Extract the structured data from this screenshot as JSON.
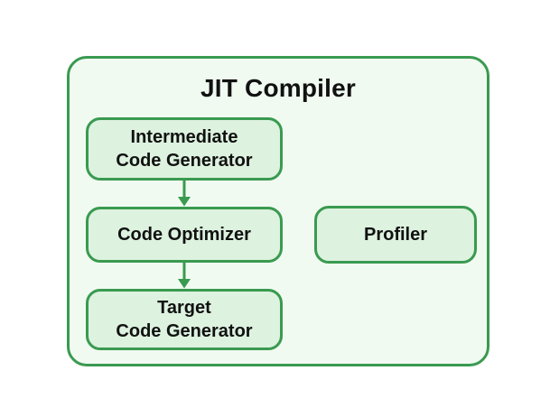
{
  "diagram": {
    "title": "JIT Compiler",
    "nodes": {
      "intermediate_code_generator": {
        "line1": "Intermediate",
        "line2": "Code Generator"
      },
      "code_optimizer": {
        "label": "Code Optimizer"
      },
      "target_code_generator": {
        "line1": "Target",
        "line2": "Code Generator"
      },
      "profiler": {
        "label": "Profiler"
      }
    },
    "edges": [
      {
        "from": "intermediate_code_generator",
        "to": "code_optimizer",
        "direction": "down"
      },
      {
        "from": "code_optimizer",
        "to": "target_code_generator",
        "direction": "down"
      }
    ],
    "colors": {
      "accent_border": "#3a9a50",
      "node_fill": "#ddf2df",
      "container_fill": "#f0faf1",
      "text": "#111111",
      "page_bg": "#ffffff"
    }
  }
}
